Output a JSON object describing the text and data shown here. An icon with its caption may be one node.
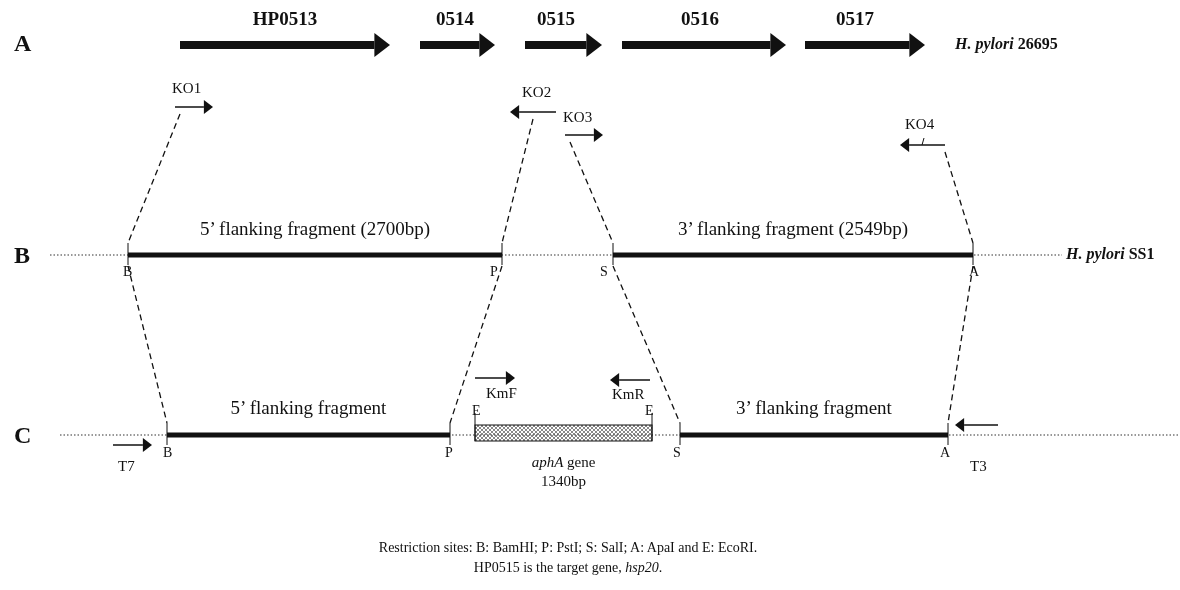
{
  "diagram": {
    "nodes": [
      {
        "text": [
          "HP0513"
        ]
      },
      {
        "text": [
          "0514"
        ]
      },
      {
        "text": [
          "0515"
        ]
      },
      {
        "text": [
          "0516"
        ]
      },
      {
        "text": [
          "0517"
        ]
      },
      {
        "text": [
          "KO1"
        ]
      },
      {
        "text": [
          "KO2"
        ]
      },
      {
        "text": [
          "KO3"
        ]
      },
      {
        "text": [
          "KO4"
        ]
      },
      {
        "text": [
          "5’ flanking fragment (2700bp)"
        ]
      },
      {
        "text": [
          "3’ flanking fragment (2549bp)"
        ]
      },
      {
        "text": [
          "5’ flanking fragment"
        ]
      },
      {
        "text": [],
        "shape": "box",
        "beside": [
          "*aphA* gene 1340bp"
        ]
      },
      {
        "text": [
          "3’ flanking fragment"
        ]
      }
    ],
    "edges": [
      {
        "from": 5,
        "to": 9,
        "arrow": "none",
        "style": "dashed"
      },
      {
        "from": 6,
        "to": 9,
        "arrow": "none",
        "style": "dashed"
      },
      {
        "from": 7,
        "to": 10,
        "arrow": "none",
        "style": "dashed"
      },
      {
        "from": 8,
        "to": 10,
        "arrow": "none",
        "style": "dashed"
      },
      {
        "from": 9,
        "to": 11,
        "arrow": "none",
        "style": "dashed"
      },
      {
        "from": 9,
        "to": 11,
        "arrow": "none",
        "style": "dashed"
      },
      {
        "from": 10,
        "to": 13,
        "arrow": "none",
        "style": "dashed"
      },
      {
        "from": 10,
        "to": 13,
        "arrow": "none",
        "style": "dashed"
      }
    ],
    "labels": [
      "A",
      "*H. pylori* 26695",
      "B",
      "*H. pylori* SS1",
      "B",
      "P",
      "S",
      "A",
      "KmF",
      "KmR",
      "E",
      "E",
      "C",
      "T7",
      "B",
      "P",
      "S",
      "A",
      "T3",
      "Restriction sites: B: BamHI; P: PstI; S: SalI; A: ApaI and E: EcoRI.",
      "HP0515 is the target gene, *hsp20*."
    ]
  }
}
